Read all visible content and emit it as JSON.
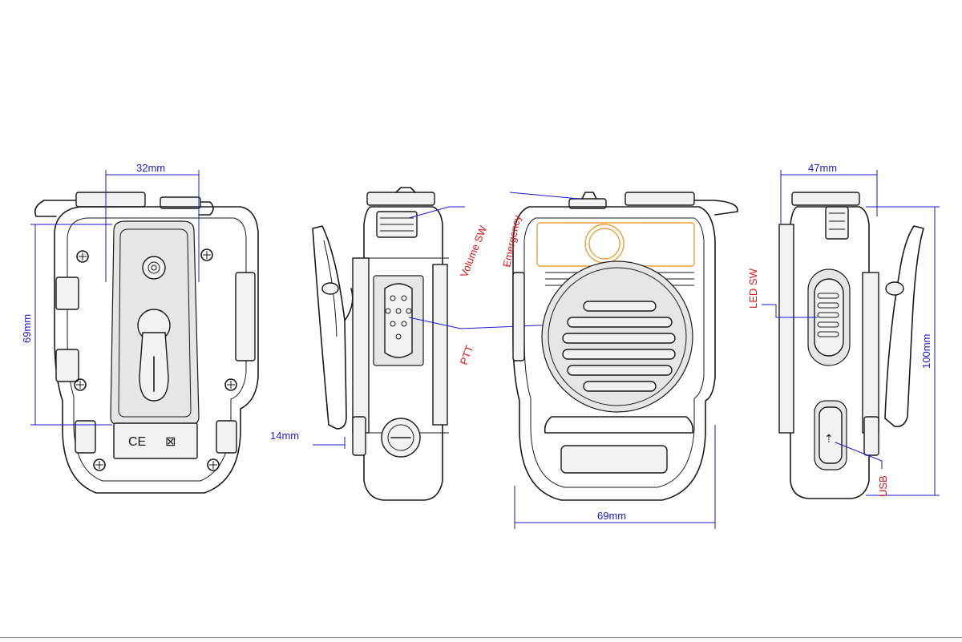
{
  "dimensions": {
    "width_clip": "32mm",
    "height_clip": "69mm",
    "side_depth": "14mm",
    "front_width": "69mm",
    "side_width": "47mm",
    "total_height": "100mm"
  },
  "callouts": {
    "volume": "Volume SW",
    "emergency": "Emergency",
    "ptt": "PTT",
    "led": "LED SW",
    "usb": "USB"
  },
  "marks": {
    "ce": "CE",
    "weee": "⊠"
  },
  "colors": {
    "dimension": "#1a1ad6",
    "callout": "#e01515",
    "highlight": "#e8a23a",
    "outline": "#1a1a1a"
  }
}
